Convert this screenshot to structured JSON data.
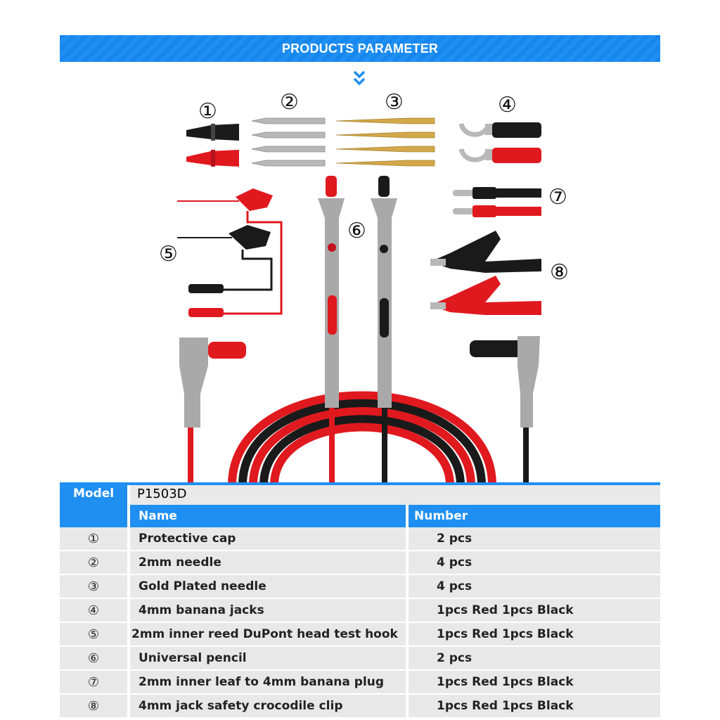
{
  "header": {
    "title": "PRODUCTS PARAMETER"
  },
  "photo": {
    "labels": [
      "①",
      "②",
      "③",
      "④",
      "⑤",
      "⑥",
      "⑦",
      "⑧"
    ]
  },
  "table": {
    "model_label": "Model",
    "model_value": "P1503D",
    "col_name": "Name",
    "col_number": "Number",
    "rows": [
      {
        "index": "①",
        "name": "Protective cap",
        "number": "2 pcs"
      },
      {
        "index": "②",
        "name": "2mm needle",
        "number": "4 pcs"
      },
      {
        "index": "③",
        "name": "Gold Plated needle",
        "number": "4 pcs"
      },
      {
        "index": "④",
        "name": "4mm banana jacks",
        "number": "1pcs Red 1pcs Black"
      },
      {
        "index": "⑤",
        "name": "2mm inner reed DuPont head test hook",
        "number": "1pcs Red 1pcs Black"
      },
      {
        "index": "⑥",
        "name": "Universal pencil",
        "number": "2 pcs"
      },
      {
        "index": "⑦",
        "name": "2mm inner leaf to 4mm banana plug",
        "number": "1pcs Red 1pcs Black"
      },
      {
        "index": "⑧",
        "name": "4mm jack safety crocodile clip",
        "number": "1pcs Red 1pcs Black"
      }
    ]
  },
  "colors": {
    "accent": "#1f8ff2",
    "red": "#e0191f",
    "black": "#1a1a1a",
    "gray": "#a9a9a9"
  }
}
